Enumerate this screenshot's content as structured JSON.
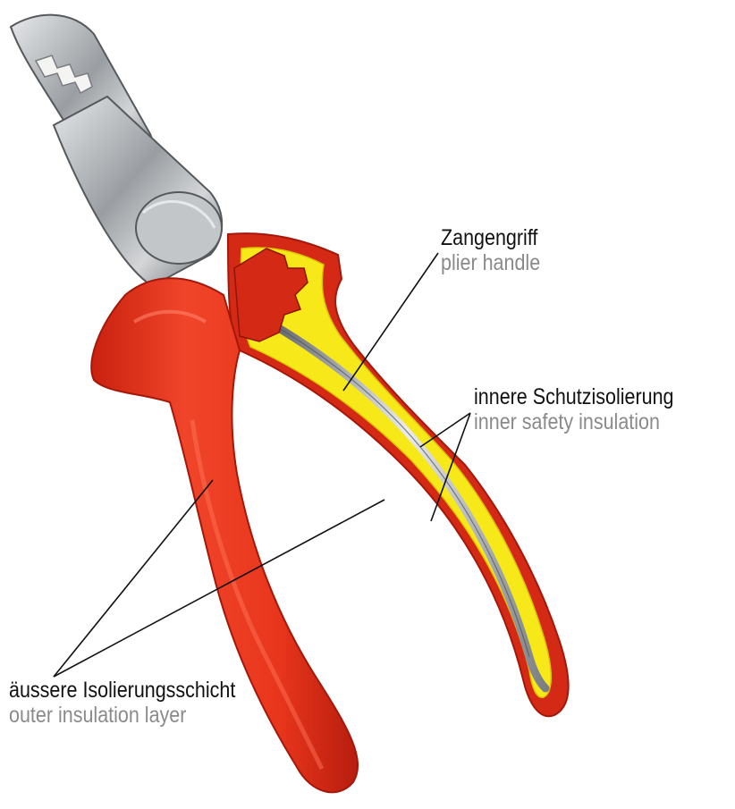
{
  "labels": {
    "handle": {
      "de": "Zangengriff",
      "en": "plier handle"
    },
    "inner": {
      "de": "innere Schutzisolierung",
      "en": "inner safety insulation"
    },
    "outer": {
      "de": "äussere Isolierungsschicht",
      "en": "outer insulation layer"
    }
  },
  "colors": {
    "red_insulation": "#e8361c",
    "red_dark": "#b81d0e",
    "yellow_insulation": "#f7e81a",
    "steel": "#b9bcbf",
    "steel_dark": "#6e7174",
    "german_text": "#111111",
    "english_text": "#8a8a8a"
  }
}
